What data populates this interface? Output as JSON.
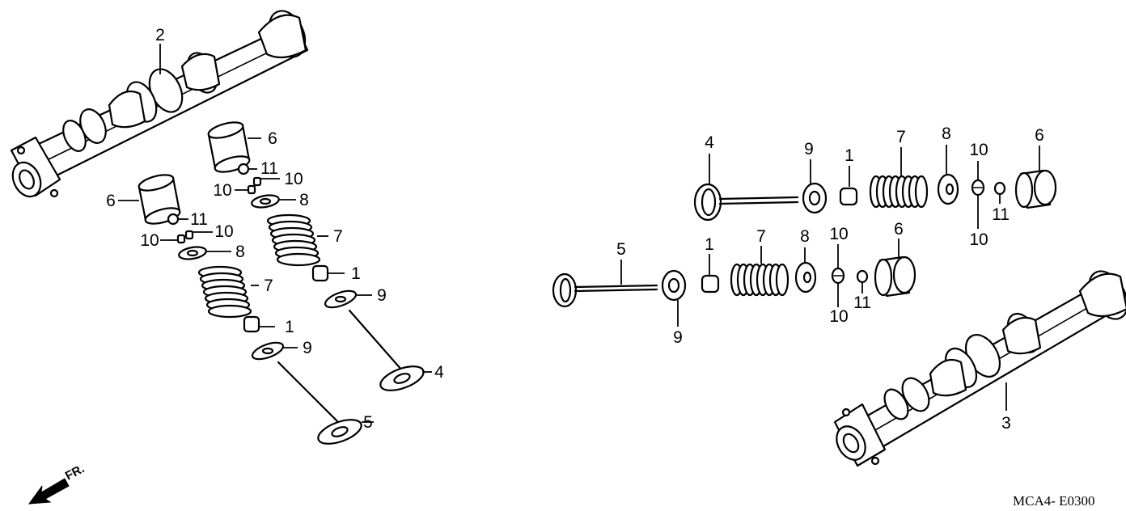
{
  "drawing_code": "MCA4- E0300",
  "front_indicator": "FR.",
  "callouts": {
    "c1": "1",
    "c2": "2",
    "c3": "3",
    "c4": "4",
    "c5": "5",
    "c6": "6",
    "c7": "7",
    "c8": "8",
    "c9": "9",
    "c10": "10",
    "c11": "11"
  },
  "parts": [
    {
      "number": "1",
      "name": "valve stem seal"
    },
    {
      "number": "2",
      "name": "camshaft"
    },
    {
      "number": "3",
      "name": "camshaft"
    },
    {
      "number": "4",
      "name": "valve"
    },
    {
      "number": "5",
      "name": "valve"
    },
    {
      "number": "6",
      "name": "valve lifter"
    },
    {
      "number": "7",
      "name": "valve spring"
    },
    {
      "number": "8",
      "name": "spring retainer"
    },
    {
      "number": "9",
      "name": "spring seat"
    },
    {
      "number": "10",
      "name": "valve cotter"
    },
    {
      "number": "11",
      "name": "shim"
    }
  ]
}
